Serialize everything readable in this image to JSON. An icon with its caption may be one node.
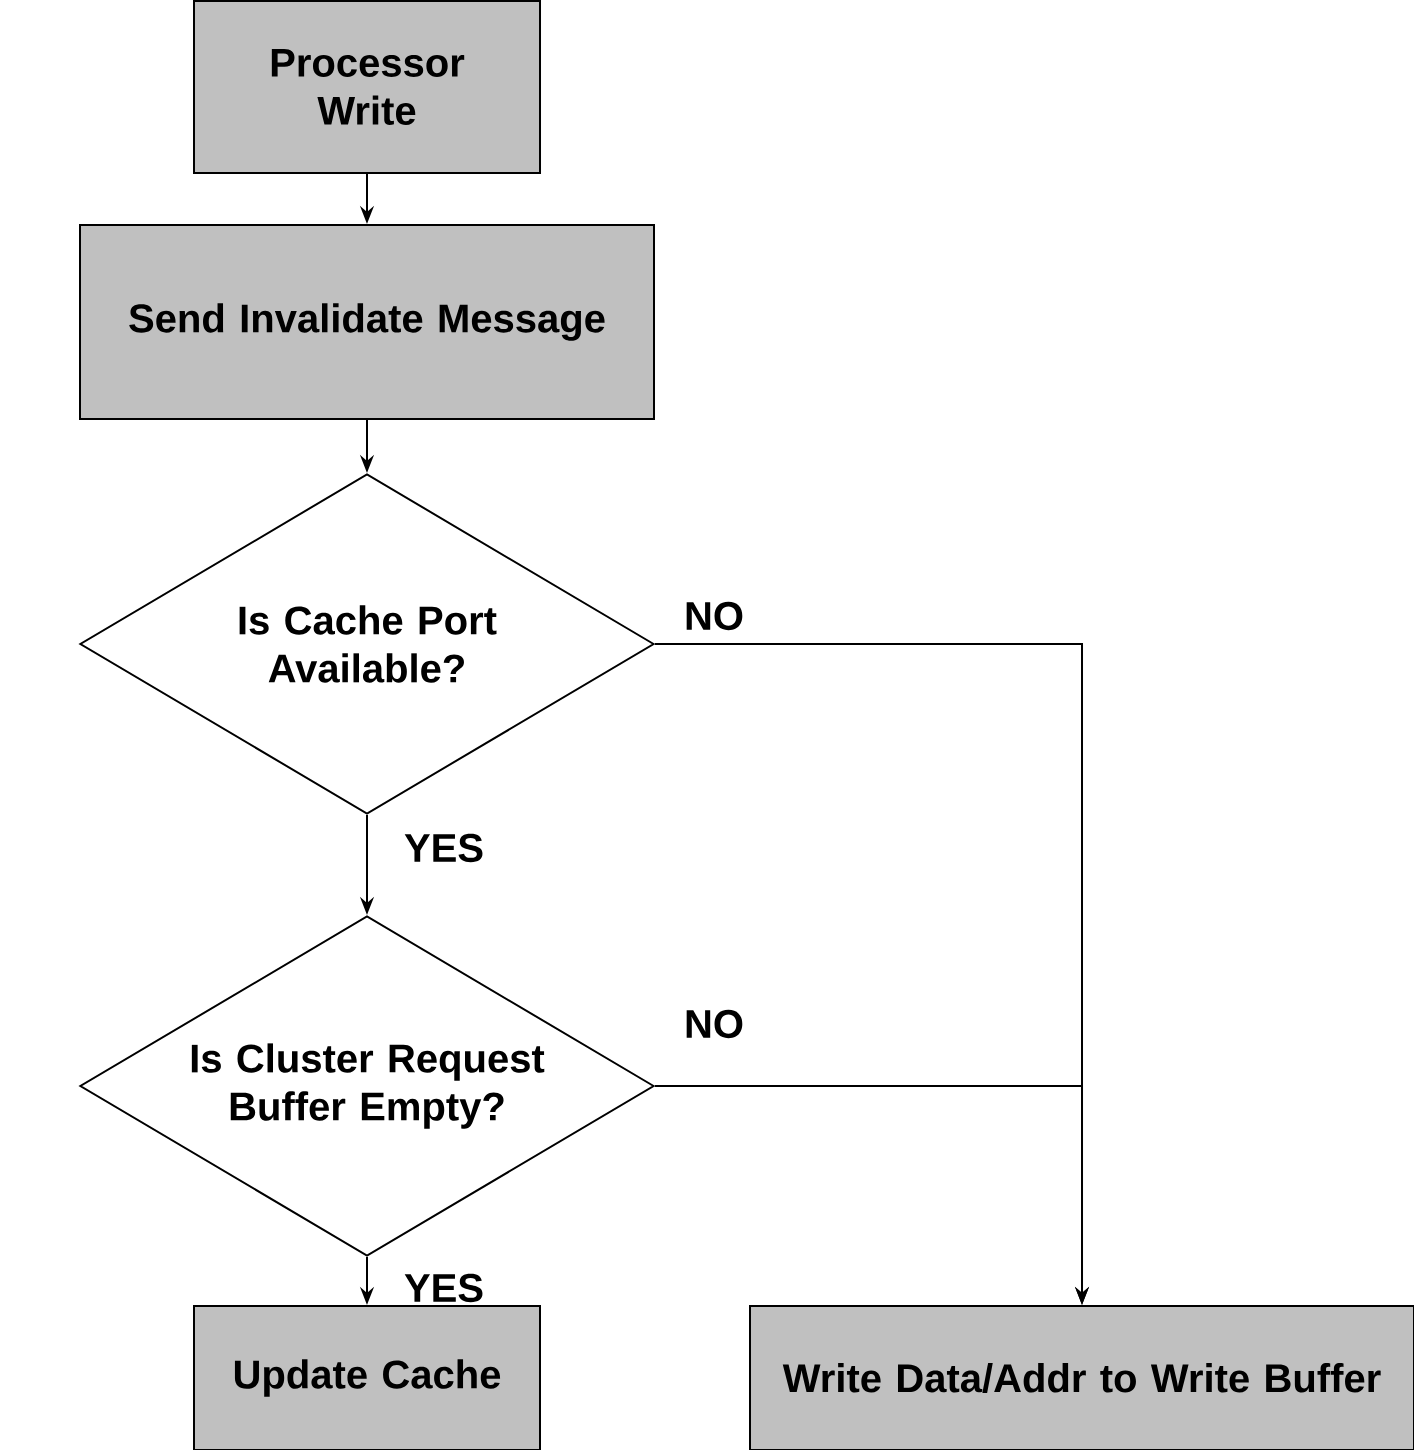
{
  "diagram": {
    "nodes": [
      {
        "text": [
          "Processor Write"
        ]
      },
      {
        "text": [
          "Send Invalidate Message"
        ]
      },
      {
        "text": [
          "Is Cache Port Available?"
        ]
      },
      {
        "text": [
          "Is Cluster Request Buffer Empty?"
        ]
      },
      {
        "text": [
          "Update Cache"
        ]
      },
      {
        "text": [
          "Write Data/Addr to Write Buffer"
        ]
      }
    ],
    "edges": [
      {
        "from": 0,
        "to": 1,
        "arrow": "to"
      },
      {
        "from": 1,
        "to": 2,
        "arrow": "to"
      },
      {
        "from": 2,
        "to": 3,
        "arrow": "to",
        "label": "YES"
      },
      {
        "from": 3,
        "to": 4,
        "arrow": "to",
        "label": "YES"
      },
      {
        "from": 2,
        "to": 5,
        "arrow": "to",
        "label": "NO"
      },
      {
        "from": 3,
        "to": 5,
        "arrow": "to",
        "label": "NO"
      }
    ]
  }
}
